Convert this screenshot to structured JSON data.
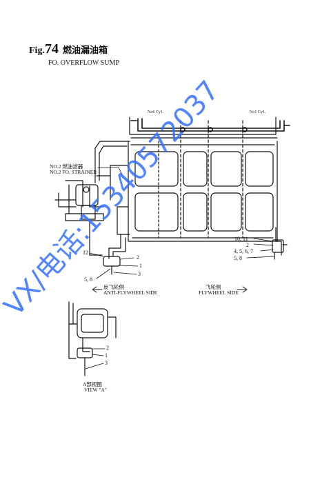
{
  "title": {
    "fig": "Fig.",
    "number": "74",
    "chinese": "燃油漏油箱"
  },
  "subtitle": "FO. OVERFLOW SUMP",
  "labels": {
    "cyl_no6": "No6 Cy1.",
    "cyl_no1": "No1 Cy1.",
    "strainer_cn": "NO.2 燃油滤器",
    "strainer_en": "NO.2 FO. STRAINER",
    "n_12": "12",
    "n_2": "2",
    "n_1": "1",
    "n_3": "3",
    "n_58_left": "5, 8",
    "r_1011": "10, 11",
    "r_2": "2",
    "r_4567": "4, 5, 6, 7",
    "r_58": "5, 8",
    "anti_cn": "反飞轮侧",
    "anti_en": "ANTI-FLYWHEEL SIDE",
    "fly_cn": "飞轮侧",
    "fly_en": "FLYWHEEL SIDE",
    "v_2": "2",
    "v_1": "1",
    "v_3": "3",
    "view_cn": "A部视图",
    "view_en": "VIEW \"A\""
  },
  "watermark": "VX/电话:15340572037",
  "colors": {
    "ink": "#111111",
    "watermark": "#3a6cff"
  }
}
